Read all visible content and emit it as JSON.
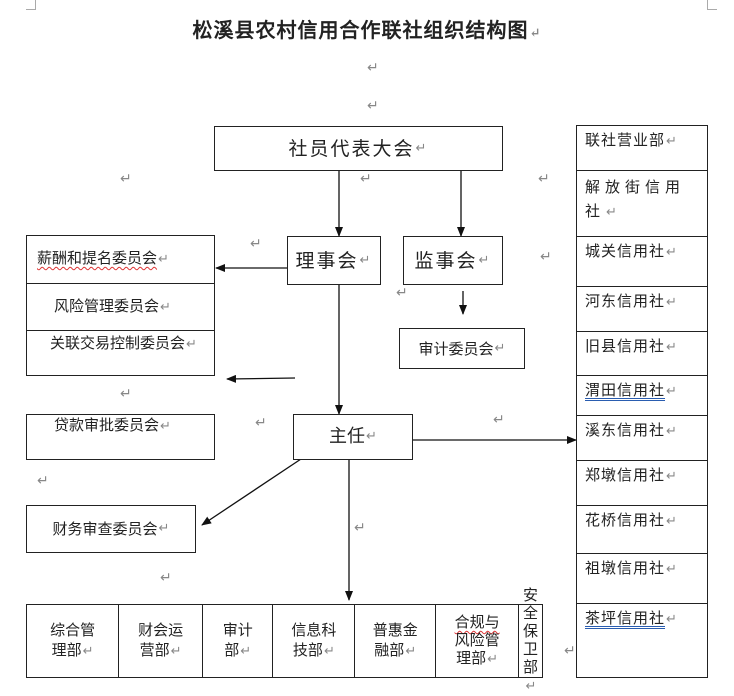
{
  "title": "松溪县农村信用合作联社组织结构图",
  "paragraph_mark": "↵",
  "top": {
    "assembly": "社员代表大会",
    "board": "理事会",
    "supervisory": "监事会",
    "director": "主任"
  },
  "committees_left": [
    "薪酬和提名委员会",
    "风险管理委员会",
    "关联交易控制委员会",
    "贷款审批委员会",
    "财务审查委员会"
  ],
  "audit_committee": "审计委员会",
  "departments": [
    {
      "l1": "综合管",
      "l2": "理部"
    },
    {
      "l1": "财会运",
      "l2": "营部"
    },
    {
      "l1": "审计",
      "l2": "部"
    },
    {
      "l1": "信息科",
      "l2": "技部"
    },
    {
      "l1": "普惠金",
      "l2": "融部"
    },
    {
      "l1": "合规与",
      "l2": "风险管",
      "l3": "理部"
    },
    {
      "l1": "安全",
      "l2": "保卫",
      "l3": "部"
    }
  ],
  "branches": [
    "联社营业部",
    "解放街信用社",
    "城关信用社",
    "河东信用社",
    "旧县信用社",
    "渭田信用社",
    "溪东信用社",
    "郑墩信用社",
    "花桥信用社",
    "祖墩信用社",
    "茶坪信用社"
  ]
}
